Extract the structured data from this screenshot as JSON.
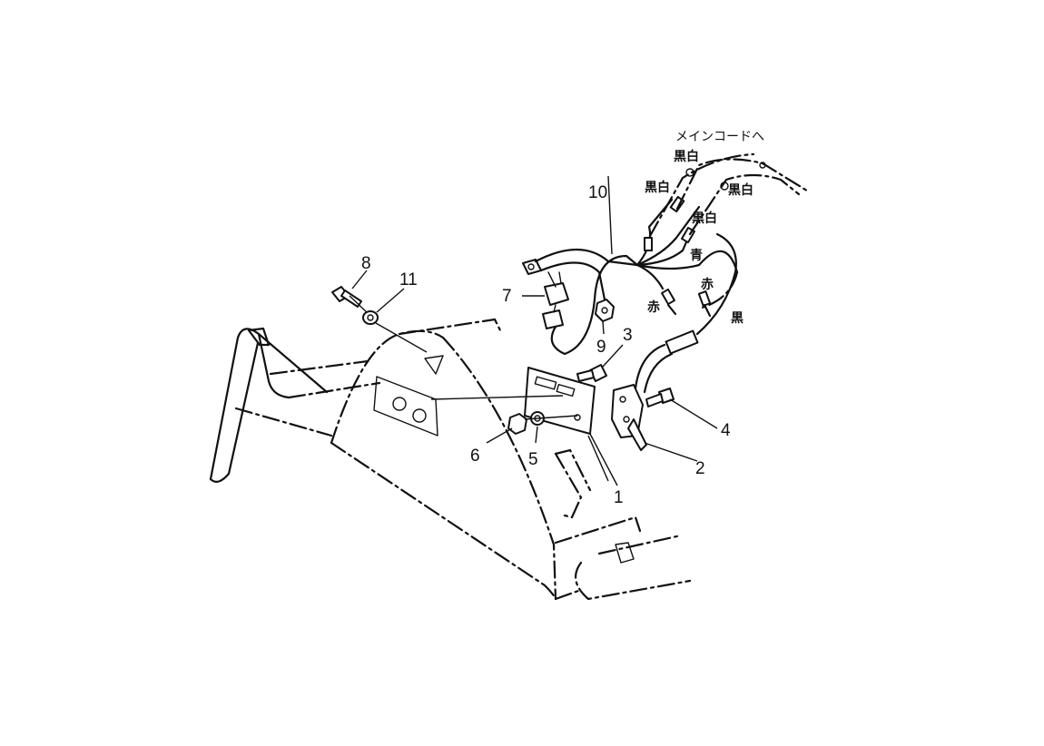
{
  "callouts": {
    "c1": "1",
    "c2": "2",
    "c3": "3",
    "c4": "4",
    "c5": "5",
    "c6": "6",
    "c7": "7",
    "c8": "8",
    "c9": "9",
    "c10": "10",
    "c11": "11"
  },
  "wire_labels": {
    "main_cord": "メインコードへ",
    "black_white_1": "黒白",
    "black_white_2": "黒白",
    "black_white_3": "黒白",
    "black_white_4": "黒白",
    "blue": "青",
    "red_1": "赤",
    "red_2": "赤",
    "black": "黒"
  }
}
